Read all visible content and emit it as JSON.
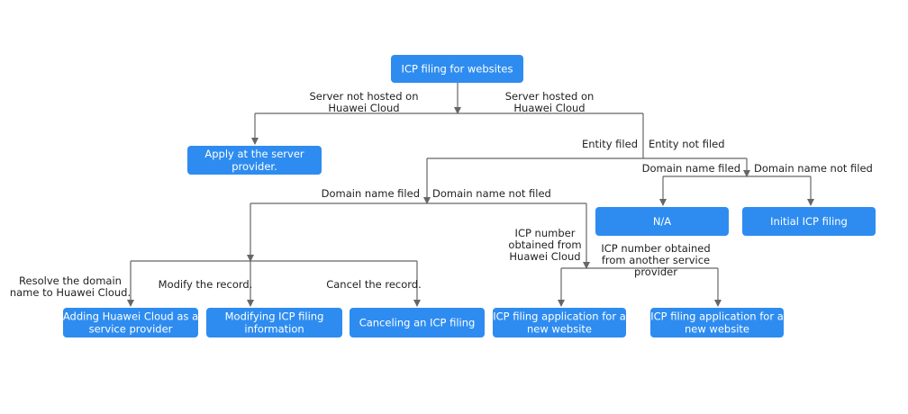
{
  "nodes": {
    "root": [
      "ICP filing for websites"
    ],
    "apply_server_provider": [
      "Apply at the server",
      "provider."
    ],
    "na": [
      "N/A"
    ],
    "initial_filing": [
      "Initial ICP filing"
    ],
    "adding_provider": [
      "Adding Huawei Cloud as a",
      "service provider"
    ],
    "modifying_info": [
      "Modifying ICP filing",
      "information"
    ],
    "canceling_filing": [
      "Canceling an ICP filing"
    ],
    "new_website_huawei": [
      "ICP filing application for a",
      "new website"
    ],
    "new_website_other": [
      "ICP filing application for a",
      "new website"
    ]
  },
  "edges": {
    "server_not_hosted": [
      "Server not hosted on",
      "Huawei Cloud"
    ],
    "server_hosted": [
      "Server hosted on",
      "Huawei Cloud"
    ],
    "entity_filed": [
      "Entity filed"
    ],
    "entity_not_filed": [
      "Entity not filed"
    ],
    "domain_filed_a": [
      "Domain name filed"
    ],
    "domain_not_filed_a": [
      "Domain name not filed"
    ],
    "domain_filed_b": [
      "Domain name filed"
    ],
    "domain_not_filed_b": [
      "Domain name not filed"
    ],
    "resolve_domain": [
      "Resolve the domain",
      "name to Huawei Cloud."
    ],
    "modify_record": [
      "Modify the record."
    ],
    "cancel_record": [
      "Cancel the record."
    ],
    "icp_from_huawei": [
      "ICP number",
      "obtained from",
      "Huawei Cloud"
    ],
    "icp_from_other": [
      "ICP number obtained",
      "from another service",
      "provider"
    ]
  },
  "colors": {
    "box": "#2e8cf0",
    "line": "#666666",
    "text": "#222222"
  }
}
